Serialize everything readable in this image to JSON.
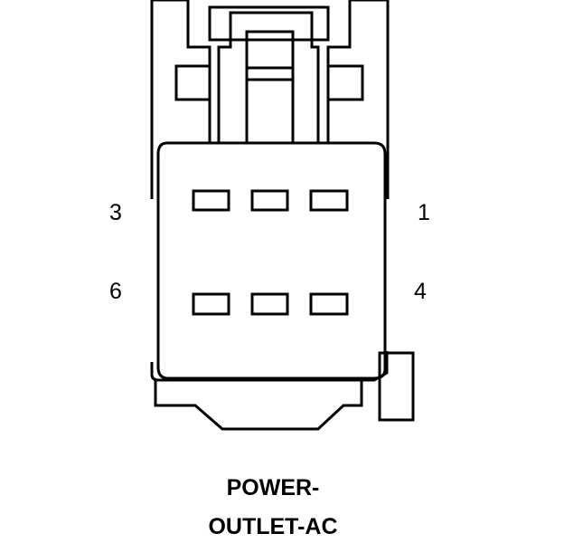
{
  "diagram": {
    "pin_labels": {
      "pin_3": "3",
      "pin_1": "1",
      "pin_6": "6",
      "pin_4": "4"
    },
    "caption": {
      "line_1": "POWER-",
      "line_2": "OUTLET-AC"
    }
  }
}
